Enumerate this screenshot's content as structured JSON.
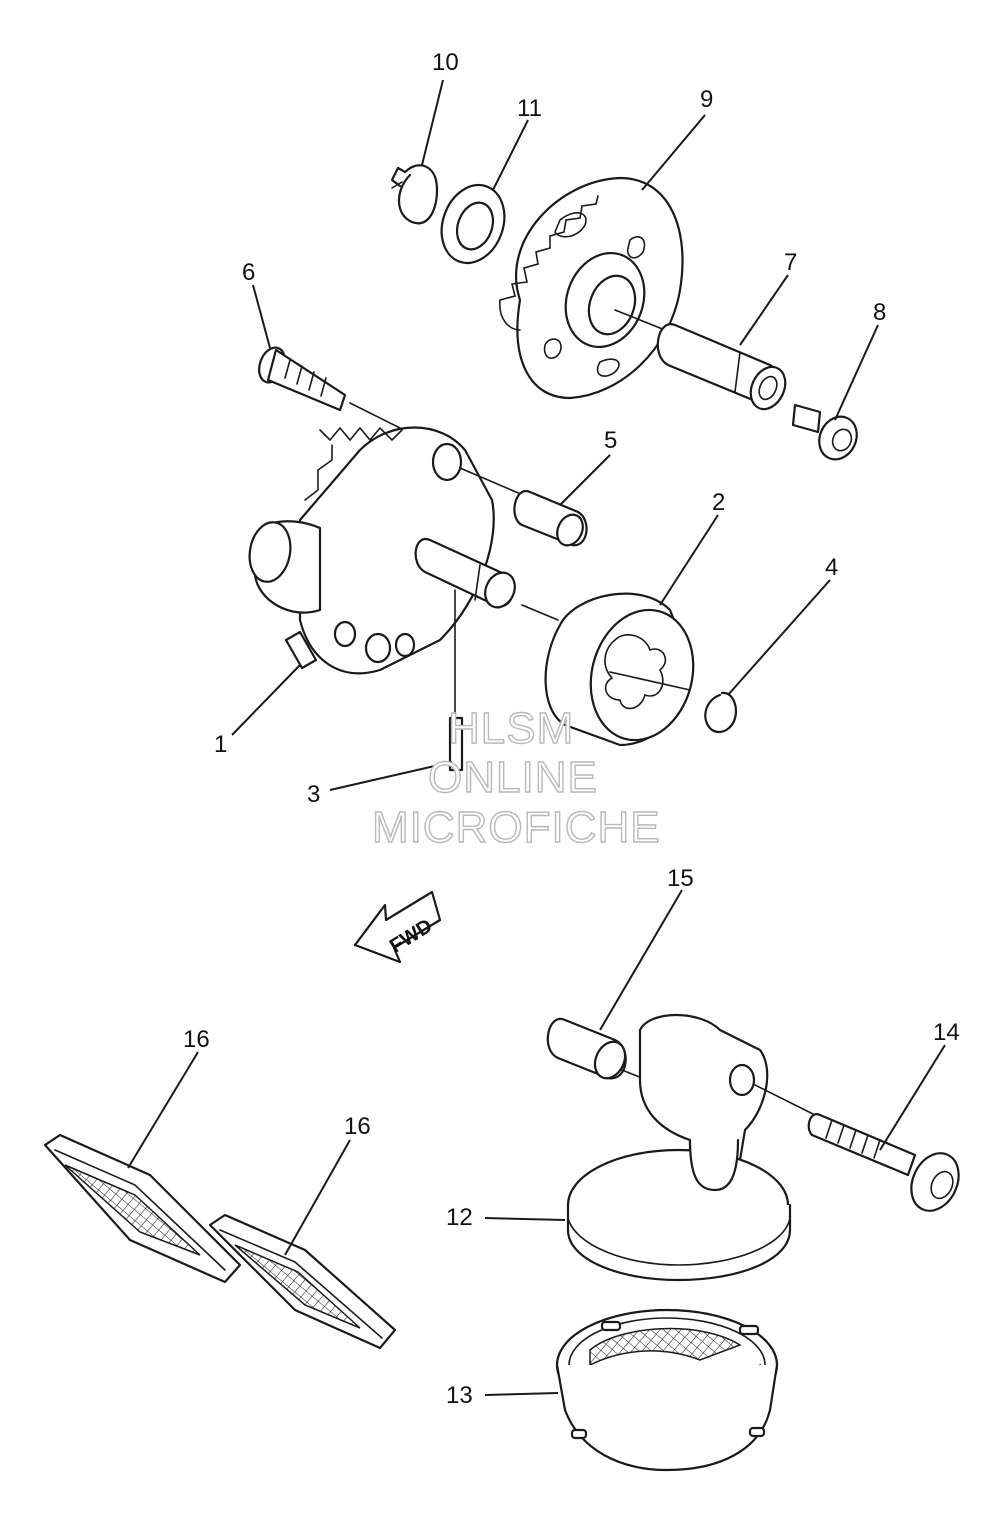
{
  "callouts": [
    {
      "id": "1",
      "label": "1"
    },
    {
      "id": "2",
      "label": "2"
    },
    {
      "id": "3",
      "label": "3"
    },
    {
      "id": "4",
      "label": "4"
    },
    {
      "id": "5",
      "label": "5"
    },
    {
      "id": "6",
      "label": "6"
    },
    {
      "id": "7",
      "label": "7"
    },
    {
      "id": "8",
      "label": "8"
    },
    {
      "id": "9",
      "label": "9"
    },
    {
      "id": "10",
      "label": "10"
    },
    {
      "id": "11",
      "label": "11"
    },
    {
      "id": "12",
      "label": "12"
    },
    {
      "id": "13",
      "label": "13"
    },
    {
      "id": "14",
      "label": "14"
    },
    {
      "id": "15",
      "label": "15"
    },
    {
      "id": "16a",
      "label": "16"
    },
    {
      "id": "16b",
      "label": "16"
    }
  ],
  "fwd_arrow": {
    "label": "FWD"
  },
  "watermark": {
    "line1": "HLSM",
    "line2": "ONLINE",
    "line3": "MICROFICHE"
  }
}
